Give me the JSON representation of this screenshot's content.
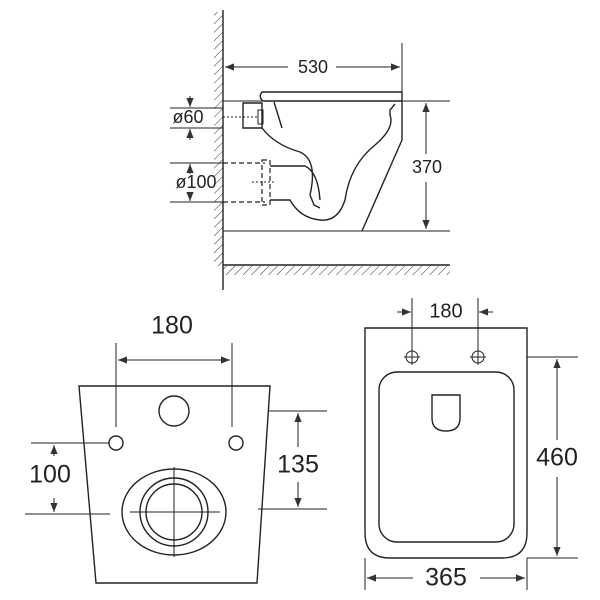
{
  "side_view": {
    "width_dim": "530",
    "height_dim": "370",
    "inlet_dia": "ø60",
    "outlet_dia": "ø100"
  },
  "front_view": {
    "bolt_spacing": "180",
    "bolt_height": "100",
    "inlet_height": "135"
  },
  "top_view": {
    "bolt_spacing": "180",
    "length": "460",
    "width": "365"
  }
}
